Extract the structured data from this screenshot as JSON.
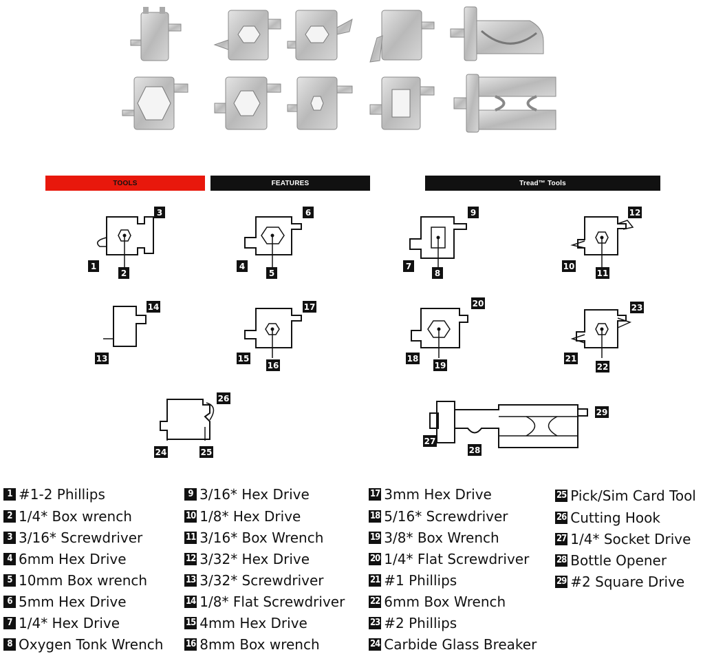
{
  "headers": {
    "tools": {
      "label": "TOOLS",
      "bg": "#e8180c"
    },
    "features": {
      "label": "FEATURES",
      "bg": "#111111"
    },
    "tread_tools": {
      "label": "Tread™ Tools",
      "bg": "#111111"
    }
  },
  "badges": [
    "1",
    "2",
    "3",
    "4",
    "5",
    "6",
    "7",
    "8",
    "9",
    "10",
    "11",
    "12",
    "13",
    "14",
    "15",
    "16",
    "17",
    "18",
    "19",
    "20",
    "21",
    "22",
    "23",
    "24",
    "25",
    "26",
    "27",
    "28",
    "29"
  ],
  "legend": [
    {
      "num": "1",
      "label": "#1-2 Phillips"
    },
    {
      "num": "2",
      "label": "1/4* Box wrench"
    },
    {
      "num": "3",
      "label": "3/16* Screwdriver"
    },
    {
      "num": "4",
      "label": "6mm Hex Drive"
    },
    {
      "num": "5",
      "label": "10mm Box wrench"
    },
    {
      "num": "6",
      "label": "5mm Hex Drive"
    },
    {
      "num": "7",
      "label": "1/4* Hex Drive"
    },
    {
      "num": "8",
      "label": "Oxygen Tonk Wrench"
    },
    {
      "num": "9",
      "label": "3/16* Hex Drive"
    },
    {
      "num": "10",
      "label": "1/8* Hex Drive"
    },
    {
      "num": "11",
      "label": "3/16* Box Wrench"
    },
    {
      "num": "12",
      "label": "3/32* Hex Drive"
    },
    {
      "num": "13",
      "label": "3/32* Screwdriver"
    },
    {
      "num": "14",
      "label": "1/8* Flat Screwdriver"
    },
    {
      "num": "15",
      "label": "4mm Hex Drive"
    },
    {
      "num": "16",
      "label": "8mm Box wrench"
    },
    {
      "num": "17",
      "label": "3mm Hex Drive"
    },
    {
      "num": "18",
      "label": "5/16* Screwdriver"
    },
    {
      "num": "19",
      "label": "3/8* Box Wrench"
    },
    {
      "num": "20",
      "label": "1/4* Flat Screwdriver"
    },
    {
      "num": "21",
      "label": "#1 Phillips"
    },
    {
      "num": "22",
      "label": "6mm Box Wrench"
    },
    {
      "num": "23",
      "label": "#2 Phillips"
    },
    {
      "num": "24",
      "label": "Carbide Glass Breaker"
    },
    {
      "num": "25",
      "label": "Pick/Sim Card Tool"
    },
    {
      "num": "26",
      "label": "Cutting Hook"
    },
    {
      "num": "27",
      "label": "1/4* Socket Drive"
    },
    {
      "num": "28",
      "label": "Bottle Opener"
    },
    {
      "num": "29",
      "label": "#2 Square Drive"
    }
  ]
}
